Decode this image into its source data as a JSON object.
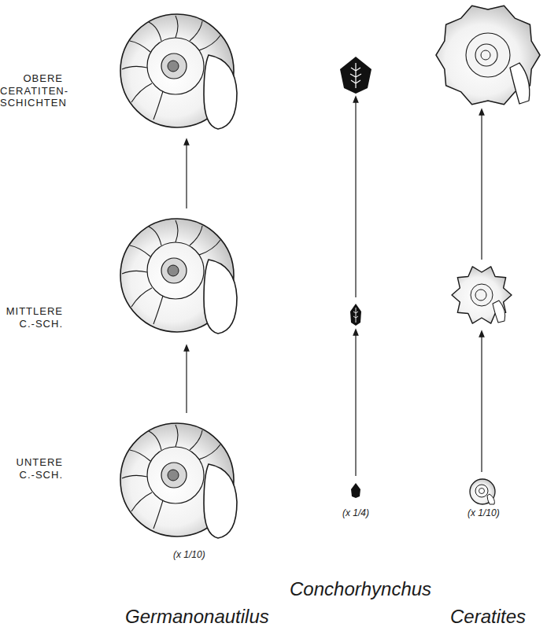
{
  "diagram": {
    "labels": [
      "OBERE CERATITEN-SCHICHTEN",
      "MITTLERE C.-SCH.",
      "UNTERE C.-SCH.",
      "(x 1/10)",
      "(x 1/4)",
      "(x 1/10)",
      "Conchorhynchus",
      "Germanonautilus",
      "Ceratites"
    ]
  }
}
